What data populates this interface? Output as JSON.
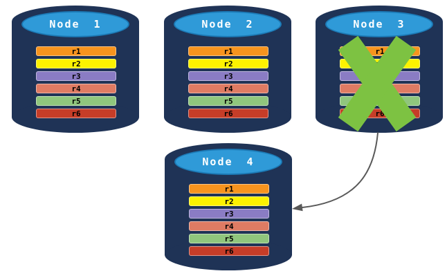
{
  "diagram": {
    "colors": {
      "cylinder_body": "#1f3356",
      "cylinder_top": "#2f9ad8",
      "cylinder_top_border": "#1c7ab6",
      "failure_x": "#7dc242",
      "arrow": "#595959"
    },
    "nodes": [
      {
        "label": "Node 1",
        "failed": false,
        "rows": [
          {
            "label": "r1",
            "color": "#f7941e"
          },
          {
            "label": "r2",
            "color": "#fdf200"
          },
          {
            "label": "r3",
            "color": "#8a7cc4"
          },
          {
            "label": "r4",
            "color": "#df7b63"
          },
          {
            "label": "r5",
            "color": "#90c67d"
          },
          {
            "label": "r6",
            "color": "#c63d28"
          }
        ]
      },
      {
        "label": "Node 2",
        "failed": false,
        "rows": [
          {
            "label": "r1",
            "color": "#f7941e"
          },
          {
            "label": "r2",
            "color": "#fdf200"
          },
          {
            "label": "r3",
            "color": "#8a7cc4"
          },
          {
            "label": "r4",
            "color": "#df7b63"
          },
          {
            "label": "r5",
            "color": "#90c67d"
          },
          {
            "label": "r6",
            "color": "#c63d28"
          }
        ]
      },
      {
        "label": "Node 3",
        "failed": true,
        "rows": [
          {
            "label": "r1",
            "color": "#f7941e"
          },
          {
            "label": "r2",
            "color": "#fdf200"
          },
          {
            "label": "r3",
            "color": "#8a7cc4"
          },
          {
            "label": "r4",
            "color": "#df7b63"
          },
          {
            "label": "r5",
            "color": "#90c67d"
          },
          {
            "label": "r6",
            "color": "#c63d28"
          }
        ]
      },
      {
        "label": "Node 4",
        "failed": false,
        "rows": [
          {
            "label": "r1",
            "color": "#f7941e"
          },
          {
            "label": "r2",
            "color": "#fdf200"
          },
          {
            "label": "r3",
            "color": "#8a7cc4"
          },
          {
            "label": "r4",
            "color": "#df7b63"
          },
          {
            "label": "r5",
            "color": "#90c67d"
          },
          {
            "label": "r6",
            "color": "#c63d28"
          }
        ]
      }
    ],
    "arrow": {
      "from": "Node 3",
      "to": "Node 4"
    }
  }
}
